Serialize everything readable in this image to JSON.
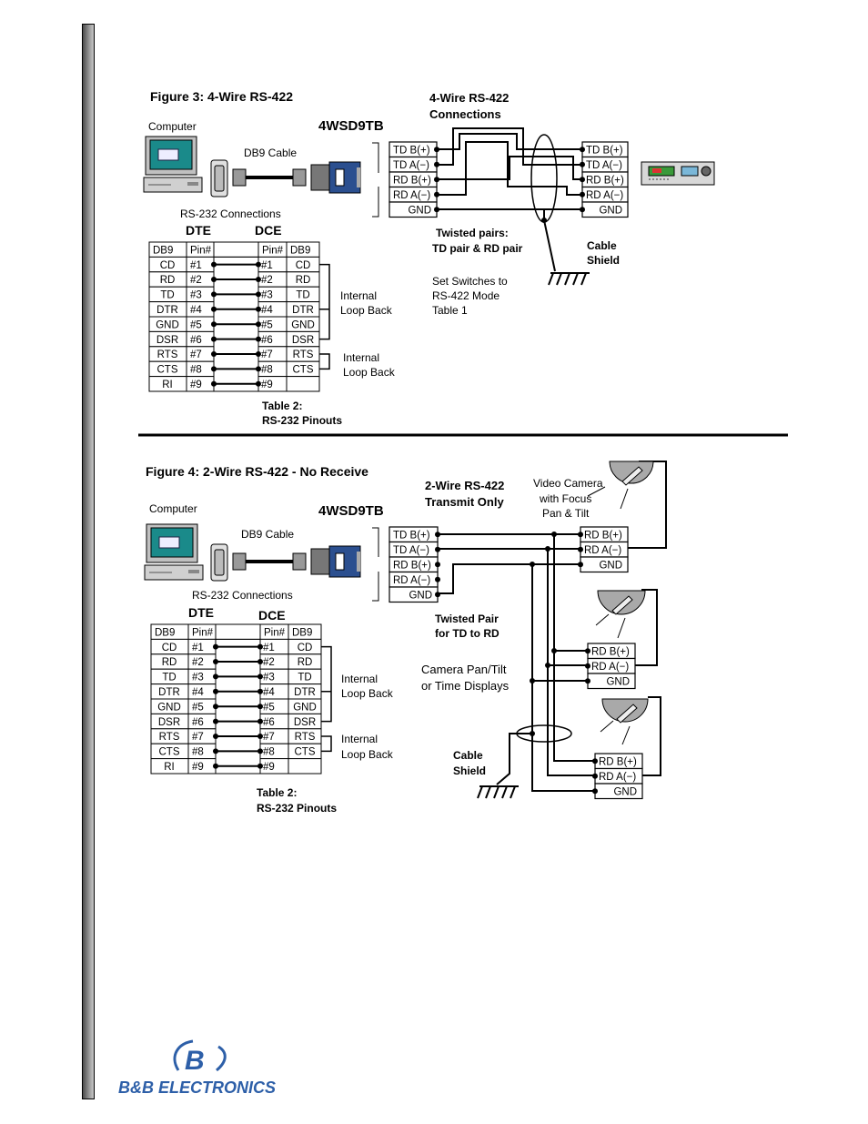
{
  "figure3": {
    "title": "Figure 3: 4-Wire RS-422",
    "connections_title_1": "4-Wire RS-422",
    "connections_title_2": "Connections",
    "computer_label": "Computer",
    "device_label": "4WSD9TB",
    "cable_label": "DB9 Cable",
    "rs232_label": "RS-232 Connections",
    "dte": "DTE",
    "dce": "DCE",
    "left_terminals": [
      "TD B(+)",
      "TD A(−)",
      "RD B(+)",
      "RD A(−)",
      "GND"
    ],
    "right_terminals": [
      "TD B(+)",
      "TD A(−)",
      "RD B(+)",
      "RD A(−)",
      "GND"
    ],
    "twisted_1": "Twisted pairs:",
    "twisted_2": "TD pair & RD pair",
    "shield_1": "Cable",
    "shield_2": "Shield",
    "switch_1": "Set Switches to",
    "switch_2": "RS-422 Mode",
    "switch_3": "Table 1",
    "loop1_1": "Internal",
    "loop1_2": "Loop Back",
    "loop2_1": "Internal",
    "loop2_2": "Loop Back",
    "table_caption_1": "Table 2:",
    "table_caption_2": "RS-232 Pinouts"
  },
  "figure4": {
    "title": "Figure 4:  2-Wire RS-422 - No Receive",
    "mode_1": "2-Wire RS-422",
    "mode_2": "Transmit Only",
    "camera_1": "Video Camera",
    "camera_2": "with Focus",
    "camera_3": "Pan & Tilt",
    "computer_label": "Computer",
    "device_label": "4WSD9TB",
    "cable_label": "DB9 Cable",
    "rs232_label": "RS-232 Connections",
    "dte": "DTE",
    "dce": "DCE",
    "left_terminals": [
      "TD B(+)",
      "TD A(−)",
      "RD B(+)",
      "RD A(−)",
      "GND"
    ],
    "receiver_terminals": [
      "RD B(+)",
      "RD A(−)",
      "GND"
    ],
    "twisted_1": "Twisted Pair",
    "twisted_2": "for TD to RD",
    "display_1": "Camera Pan/Tilt",
    "display_2": "or Time Displays",
    "shield_1": "Cable",
    "shield_2": "Shield",
    "loop1_1": "Internal",
    "loop1_2": "Loop Back",
    "loop2_1": "Internal",
    "loop2_2": "Loop Back",
    "table_caption_1": "Table 2:",
    "table_caption_2": "RS-232 Pinouts"
  },
  "pinout": {
    "headers": [
      "DB9",
      "Pin#",
      "",
      "Pin#",
      "DB9"
    ],
    "rows": [
      [
        "CD",
        "#1",
        "#1",
        "CD"
      ],
      [
        "RD",
        "#2",
        "#2",
        "RD"
      ],
      [
        "TD",
        "#3",
        "#3",
        "TD"
      ],
      [
        "DTR",
        "#4",
        "#4",
        "DTR"
      ],
      [
        "GND",
        "#5",
        "#5",
        "GND"
      ],
      [
        "DSR",
        "#6",
        "#6",
        "DSR"
      ],
      [
        "RTS",
        "#7",
        "#7",
        "RTS"
      ],
      [
        "CTS",
        "#8",
        "#8",
        "CTS"
      ],
      [
        "RI",
        "#9",
        "#9",
        ""
      ]
    ]
  },
  "logo": {
    "letter": "B",
    "company": "B&B ELECTRONICS",
    "color": "#2d5fa8"
  }
}
